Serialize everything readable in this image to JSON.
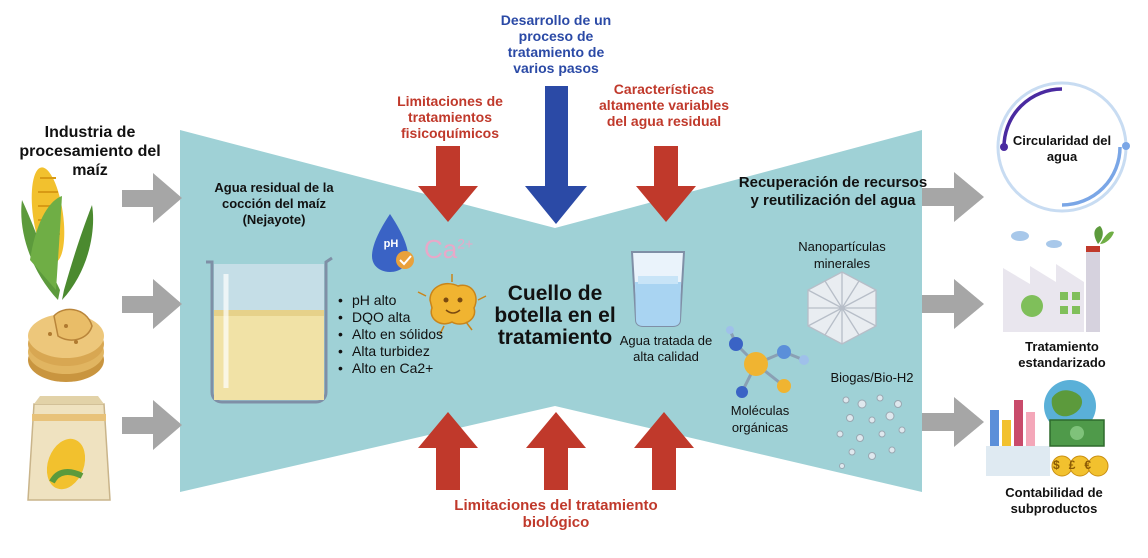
{
  "left": {
    "industry_title": "Industria de procesamiento del maíz",
    "wastewater_title": "Agua residual de la cocción del maíz (Nejayote)",
    "properties": [
      "pH alto",
      "DQO alta",
      "Alto en sólidos",
      "Alta turbidez",
      "Alto en Ca2+"
    ],
    "ph_icon_text": "pH",
    "ca_icon_text": "Ca",
    "ca_icon_sup": "2+"
  },
  "top": {
    "process_title": "Desarrollo de un proceso de tratamiento de varios pasos",
    "physchem_limits": "Limitaciones de tratamientos fisicoquímicos",
    "variable_characteristics": "Características altamente variables del agua residual"
  },
  "center": {
    "bottleneck": "Cuello de botella en el tratamiento",
    "treated_water": "Agua tratada de alta calidad"
  },
  "bottom": {
    "biological_limits": "Limitaciones del tratamiento biológico"
  },
  "right": {
    "recovery_title": "Recuperación de recursos y reutilización del agua",
    "nanoparticles": "Nanopartículas minerales",
    "organic_molecules": "Moléculas orgánicas",
    "biogas": "Biogas/Bio-H2",
    "water_circularity": "Circularidad del agua",
    "standardized_treatment": "Tratamiento estandarizado",
    "byproduct_accounting": "Contabilidad de subproductos",
    "currency_symbols": [
      "$",
      "£",
      "€"
    ]
  },
  "colors": {
    "funnel": "#9fd1d6",
    "red_arrow": "#c0392b",
    "blue_arrow": "#2b4aa6",
    "gray_arrow": "#a6a6a6",
    "red_text": "#c0392b",
    "blue_text": "#2b4aa6"
  },
  "icons": [
    "corn-icon",
    "tortilla-icon",
    "corn-flour-bag-icon",
    "beaker-icon",
    "ph-drop-icon",
    "calcium-ion-icon",
    "bacteria-icon",
    "water-glass-icon",
    "nanoparticle-icon",
    "molecule-icon",
    "gas-bubbles-icon",
    "circularity-ring-icon",
    "factory-icon",
    "byproduct-accounting-icon"
  ]
}
